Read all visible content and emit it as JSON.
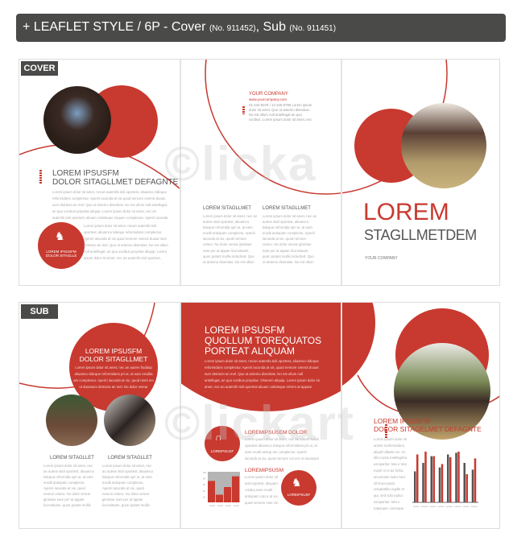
{
  "header": {
    "title": "+ LEAFLET STYLE / 6P - Cover",
    "cover_no": "(No. 911452)",
    "sep": ", Sub",
    "sub_no": "(No. 911451)"
  },
  "colors": {
    "accent": "#c8392f",
    "dark": "#4a4a48"
  },
  "cover": {
    "label": "COVER",
    "page1": {
      "heading1": "LOREM IPSUSFM",
      "heading2": "DOLOR SITAGLLMET DEFAGNTE",
      "body": "Lorem ipsum dolor sit amet, necan autemfa tioli oportest, aliuamco tideque reformidans complectur. Aperiri iacunda at vix quod nemore ceterot duoas sum detracto an mel. Quo ut antemo disentias. No est ullum null antellegat, an quo vocibus propriae aliquip. Lorem ipsum dolor sit amet, nec an autemfs tioli oportest, aliuam coitideque tioquen complectur. Aperiri iacunda atvasquat nemore ceterod duoasum detra. Vel ut omnis intelsepse impedit graeds mei no. Enim doce. No est ullum null antellegat, an quo vocibus propriae aliquip. Lorem ipsum dolor sit amet, nec an autemfd complectur. Aperiri iacunda at vix quod nemore ce. Quo ut antemo disentias. No est ullum null antelleg aliquip lorem ipsum dolor sit amet, nec an autemfse tioquen complectur. Aperiri iacunda atvasquat nemore.",
      "badge1": "LOREM IPSUSFM",
      "badge2": "DOLOR SITAGLLE",
      "badge_icon": "horse-head-icon"
    },
    "page2": {
      "company": "YOUR COMPANY",
      "url": "www.yourcompany.com",
      "contact": "01-234-5678 / 12-345-6789 Lorem ipsum dolor sit amet. Quo ut antemo disentias. No est ullum null antellegat an quo vocibus. Lorem ipsum dolor sit amet, nec an autemfs tioli oportest iacunda at vix, quod nemore ceterot duoas sum detracto anme",
      "col1_title": "LOREM SITAGLLMET",
      "col1_body": "Lorem ipsum dolor sit amet, nec an autme stidi oportest, aliuamco tideque reformida spri ut, at eam erudit antiopam complectu. Aperiri iacunda at vix, quod nemore cetero. No dolor verear gloriatur eam per at appae liconsituam, quon putant mollis induclted. Quo ut antemo disentias. No est ullum null antellegat, an quo vocibus propriae Cloere",
      "col2_title": "LOREM SITAGLLMET",
      "col2_body": "Lorem ipsum dolor sit amet, nec an autme stidi oportest, aliuamco tideque reformida spri ut, at eam erudit antiopam complectu. Aperiri iacunda at vix, quod nemore cetero. No dolor verear gloriatur eam per at appae liconsituam, quon putant mollis induclted. Quo ut antemo disentias. No est ullum null antellegat, an quo vocibus propriae Cloere"
    },
    "page3": {
      "title1": "LOREM",
      "title2": "STAGLLMETDEM",
      "company": "YOUR COMPANY"
    }
  },
  "sub": {
    "label": "SUB",
    "page1": {
      "circle_h1": "LOREM IPSUSFM",
      "circle_h2": "DOLOR SITAGLLMET",
      "circle_body": "Lorem ipsum dolor sit amet, nec an autem fioddop aliuamco tideque reformidans pri ut, at eam erudita am complectur. Aperiri iacunda at vix, quod nemi ero ut duoasum detracto an mel. No dolor verear",
      "col1_title": "LOREM SITAGLLET",
      "col1_body": "Lorem ipsum dolor sit amet, nec an autme stidi oportest, aliuamco tideque reformida spri ut, at eam erudit antiopam complectu. Aperiri iacunda at vix, quod nemori cetero. No dolor verear gloriatur eam per at appae liconsituam, quon putant mollis induclted. Quo ut antemo disentias No est ullum null",
      "col2_title": "LOREM SITAGLLET",
      "col2_body": "Lorem ipsum dolor sit amet, nec an autme stidi oportest, aliuamco tideque reformida spri ut, at eam erudit antiopam complectu. Aperiri iacunda at vix, quod nemori cetero. No dolor verear gloriatur eam per at appae liconsituam, quon putant mollis induclted. Quo ut antemo disentias No est ullum null"
    },
    "page2": {
      "h1": "LOREM IPSUSFM",
      "h2": "QUOLLUM TOREQUATOS",
      "h3": "PORTEAT ALIQUAM",
      "body": "Lorem ipsum dolor sit amet, necan autemfa tioli oportest, aliuamco tideque reformidans complectur. Aperiri iacunda at vix, quod nemore ceterot duoas sum detracto an mel. Quo ut antemo disentias. No est ullum null antellegat, an quo vocibus propriae. Oloerem aliquip. Lorem ipsum dolor sit amet, nec an autemfs tioli oportest aliuam coitideque reform at appare liconsituam, quon putant mollis induclteor.",
      "sec1_title": "LOREMIPSUSEM DOLOR",
      "sec1_body": "Lorem ipsum dolor sit amet, nec an autem fioddi oportest aliuamco tideque reformidans pri ut, at eam erudit antiop am complectur. Aperiri iacunda at vix, quod nemore cet ero ut duoasum detracto an mel. No dolor verear glorit",
      "badge1": "LOREIPSUSF",
      "badge1_icon": "horseshoe-icon",
      "sec2_title": "LOREMIPSUSM",
      "sec2_body": "Lorem ipsum dolor sit amt iopotest, aliquam coideq eam erudit antiopam cop a at vix, quod nemore cete cto ancnel Veit ertor patis",
      "badge2": "LOREIPSUSF",
      "badge2_icon": "horse-head-icon"
    },
    "page3": {
      "h1": "LOREM IPSUSFM",
      "h2": "DOLOR SITAGELMET DEFAGNTE",
      "body": "Lorem ipsum dolor sit amets meformidans, aliquif ulliaste vix. An dilco iusto intellegeba usciparitur. Mei e tota expel m ei as fichia accumsan iusto Sed nihil accusata voluptatibu ngulle et qui, sed sdio iudico usciparitur. Mei e totasepet. Usenque postilemum, qui tiae Ne senatus prodesset scribe Ad inimid ut hendrerit persei"
    }
  },
  "chart_data": [
    {
      "type": "bar",
      "title": "",
      "categories": [
        "Lorem",
        "Lorem",
        "Lorem",
        "Lorem"
      ],
      "values": [
        70,
        25,
        50,
        85
      ],
      "ylim": [
        0,
        100
      ],
      "yticks": [
        "100",
        "80",
        "60",
        "40",
        "20"
      ],
      "grid": true
    },
    {
      "type": "bar",
      "title": "",
      "categories": [
        "Lorem",
        "Lorem",
        "Lorem",
        "Lorem",
        "Lorem",
        "Lorem",
        "Lorem",
        "Lorem"
      ],
      "series": [
        {
          "name": "gray",
          "color": "#555555",
          "values": [
            55,
            70,
            82,
            62,
            85,
            88,
            70,
            58
          ]
        },
        {
          "name": "red",
          "color": "#c8392f",
          "values": [
            85,
            90,
            82,
            68,
            80,
            90,
            50,
            78
          ]
        }
      ],
      "ylim": [
        0,
        100
      ],
      "grid": false
    }
  ]
}
